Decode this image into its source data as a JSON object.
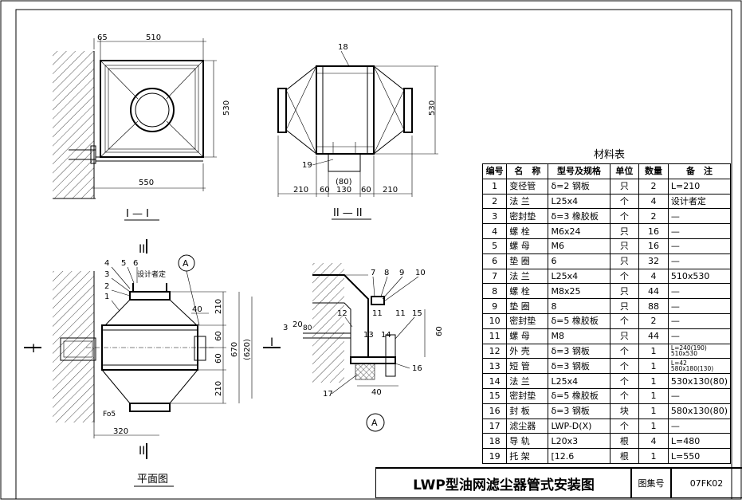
{
  "drawing": {
    "views": {
      "section_1": {
        "label": "I — I",
        "dims": {
          "top_offset": "65",
          "top_width": "510",
          "bottom_width": "550",
          "height": "530"
        }
      },
      "section_2": {
        "label": "II — II",
        "dims": {
          "height": "530",
          "segments": [
            "210",
            "60",
            "130",
            "60",
            "210"
          ],
          "paren": "(80)"
        },
        "callouts": [
          "18",
          "19"
        ]
      },
      "plan": {
        "label": "平面图",
        "dims": {
          "segments_v": [
            "210",
            "60",
            "60",
            "210"
          ],
          "total": "670",
          "total_paren": "(620)",
          "offset": "40",
          "base": "320",
          "note": "设计者定"
        },
        "callouts": [
          "4",
          "5",
          "6",
          "3",
          "2",
          "1",
          "A"
        ],
        "bottom_note": "Fo5",
        "cut_marks": {
          "left": "I",
          "right": "I",
          "top": "II",
          "bottom": "II"
        }
      },
      "detail_a": {
        "label": "A",
        "dims": {
          "height": "60",
          "width": "40"
        },
        "callouts": [
          "7",
          "8",
          "9",
          "10",
          "12",
          "11",
          "11",
          "15",
          "13",
          "14",
          "16",
          "17",
          "20",
          "3"
        ],
        "note80": "80"
      }
    }
  },
  "bom": {
    "caption": "材料表",
    "headers": [
      "编号",
      "名　称",
      "型号及规格",
      "单位",
      "数量",
      "备　注"
    ],
    "rows": [
      [
        "1",
        "变径管",
        "δ=2 钢板",
        "只",
        "2",
        "L=210"
      ],
      [
        "2",
        "法 兰",
        "L25x4",
        "个",
        "4",
        "设计者定"
      ],
      [
        "3",
        "密封垫",
        "δ=3 橡胶板",
        "个",
        "2",
        "—"
      ],
      [
        "4",
        "螺 栓",
        "M6x24",
        "只",
        "16",
        "—"
      ],
      [
        "5",
        "螺 母",
        "M6",
        "只",
        "16",
        "—"
      ],
      [
        "6",
        "垫 圈",
        "6",
        "只",
        "32",
        "—"
      ],
      [
        "7",
        "法 兰",
        "L25x4",
        "个",
        "4",
        "510x530"
      ],
      [
        "8",
        "螺 栓",
        "M8x25",
        "只",
        "44",
        "—"
      ],
      [
        "9",
        "垫 圈",
        "8",
        "只",
        "88",
        "—"
      ],
      [
        "10",
        "密封垫",
        "δ=5 橡胶板",
        "个",
        "2",
        "—"
      ],
      [
        "11",
        "螺 母",
        "M8",
        "只",
        "44",
        "—"
      ],
      [
        "12",
        "外 壳",
        "δ=3 钢板",
        "个",
        "1",
        "L=240(190)\n510x530"
      ],
      [
        "13",
        "短 管",
        "δ=3 钢板",
        "个",
        "1",
        "L=42\n580x180(130)"
      ],
      [
        "14",
        "法 兰",
        "L25x4",
        "个",
        "1",
        "530x130(80)"
      ],
      [
        "15",
        "密封垫",
        "δ=5 橡胶板",
        "个",
        "1",
        "—"
      ],
      [
        "16",
        "封 板",
        "δ=3 钢板",
        "块",
        "1",
        "580x130(80)"
      ],
      [
        "17",
        "滤尘器",
        "LWP-D(X)",
        "个",
        "1",
        "—"
      ],
      [
        "18",
        "导 轨",
        "L20x3",
        "根",
        "4",
        "L=480"
      ],
      [
        "19",
        "托 架",
        "[12.6",
        "根",
        "1",
        "L=550"
      ]
    ]
  },
  "title_block": {
    "title": "LWP型油网滤尘器管式安装图",
    "atlas_label": "图集号",
    "atlas_code": "07FK02"
  }
}
